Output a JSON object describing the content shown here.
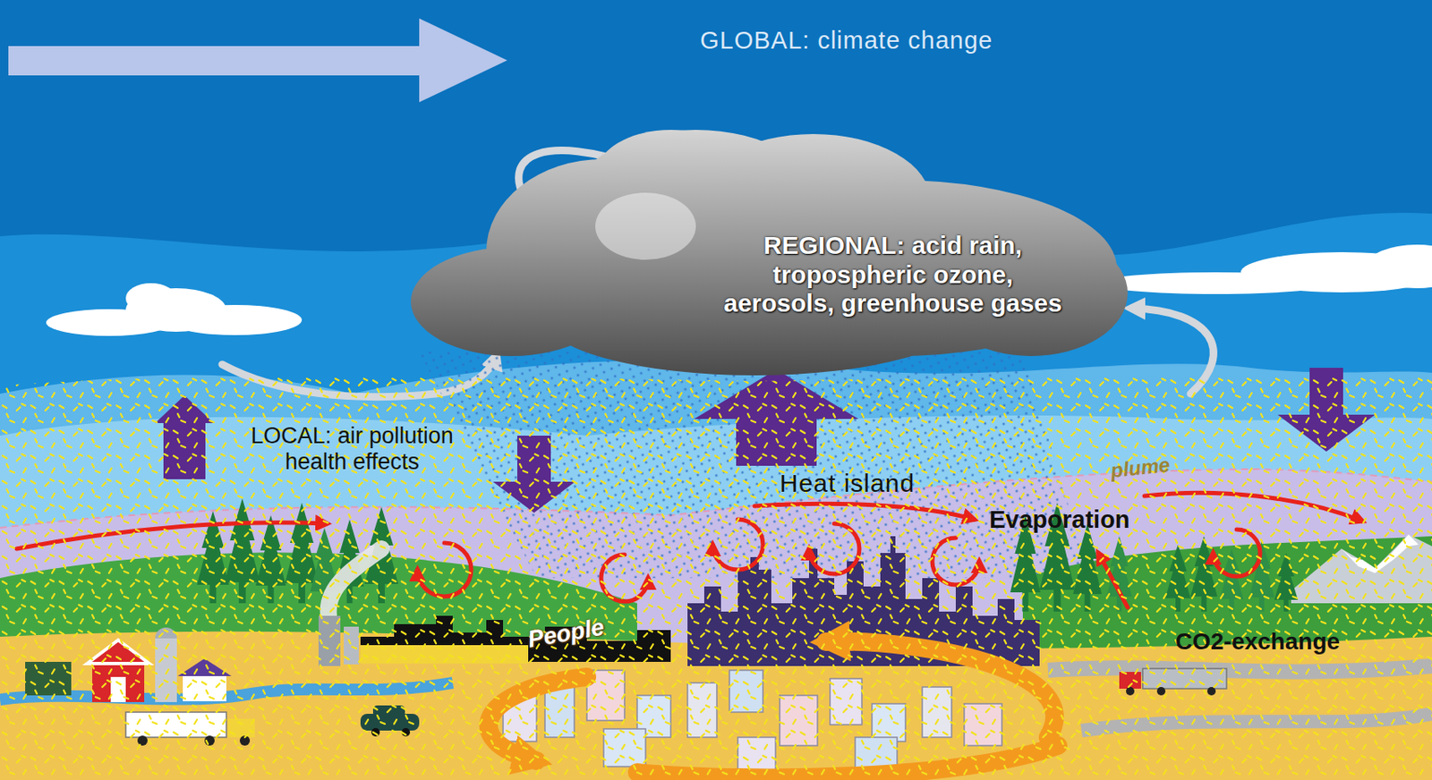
{
  "diagram": {
    "nodes": [
      {
        "text": [
          "REGIONAL: acid rain, tropospheric ozone, aerosols, greenhouse gases"
        ]
      }
    ],
    "labels": [
      "GLOBAL: climate change",
      "LOCAL: air pollution health effects",
      "Heat island",
      "Evaporation",
      "plume",
      "People",
      "CO2-exchange"
    ]
  }
}
